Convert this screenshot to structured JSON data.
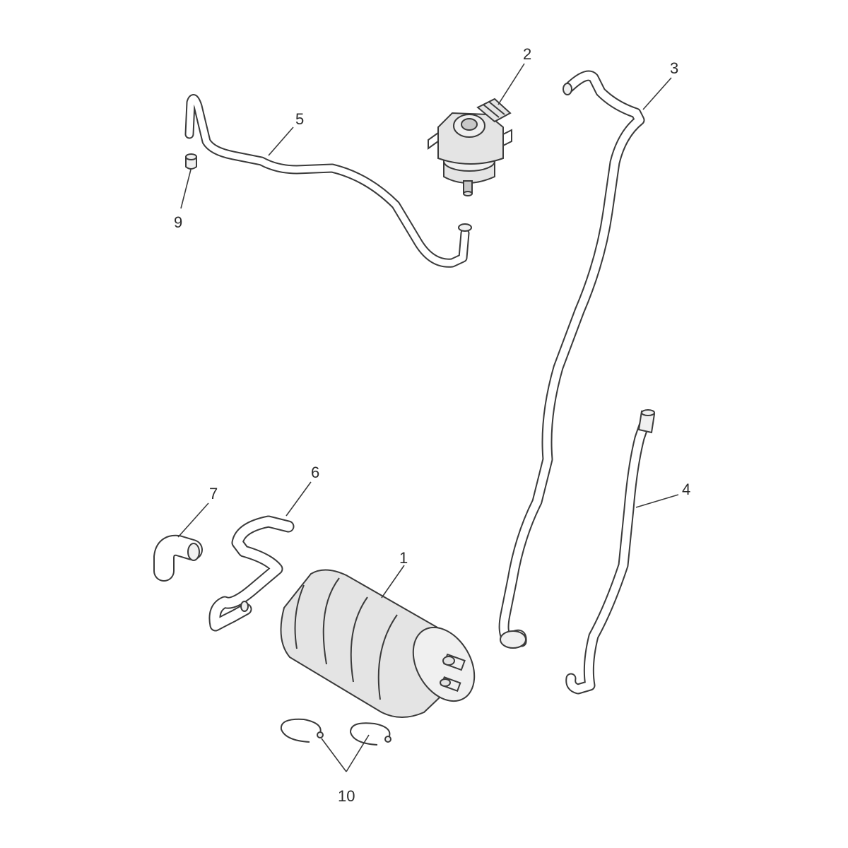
{
  "diagram": {
    "callouts": [
      {
        "id": "1",
        "label": "1"
      },
      {
        "id": "2",
        "label": "2"
      },
      {
        "id": "3",
        "label": "3"
      },
      {
        "id": "4",
        "label": "4"
      },
      {
        "id": "5",
        "label": "5"
      },
      {
        "id": "6",
        "label": "6"
      },
      {
        "id": "7",
        "label": "7"
      },
      {
        "id": "9",
        "label": "9"
      },
      {
        "id": "10",
        "label": "10"
      }
    ],
    "colors": {
      "line": "#3a3a3a",
      "part_fill": "#e4e4e4",
      "background": "#ffffff"
    }
  }
}
